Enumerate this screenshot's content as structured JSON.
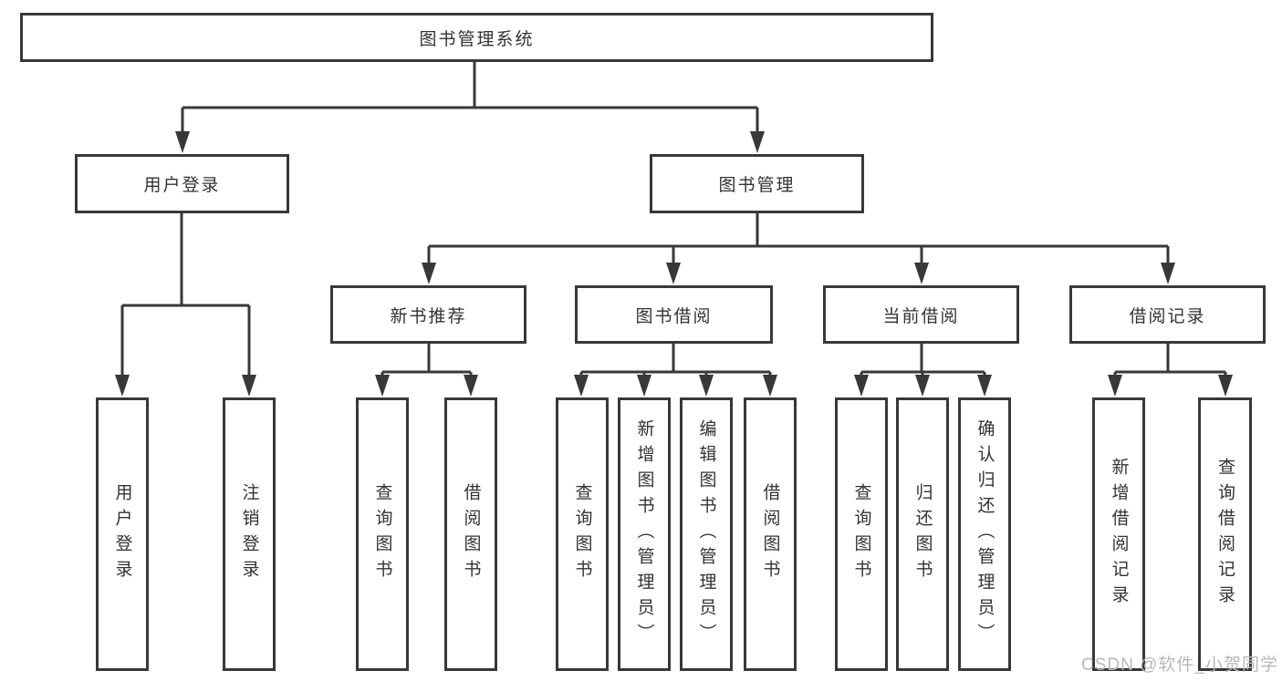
{
  "diagram": {
    "title": "图书管理系统",
    "root": {
      "label": "图书管理系统"
    },
    "branches": [
      {
        "label": "用户登录",
        "children": [
          {
            "label": "用户登录"
          },
          {
            "label": "注销登录"
          }
        ]
      },
      {
        "label": "图书管理",
        "children": [
          {
            "label": "新书推荐",
            "children": [
              {
                "label": "查询图书"
              },
              {
                "label": "借阅图书"
              }
            ]
          },
          {
            "label": "图书借阅",
            "children": [
              {
                "label": "查询图书"
              },
              {
                "label": "新增图书（管理员）"
              },
              {
                "label": "编辑图书（管理员）"
              },
              {
                "label": "借阅图书"
              }
            ]
          },
          {
            "label": "当前借阅",
            "children": [
              {
                "label": "查询图书"
              },
              {
                "label": "归还图书"
              },
              {
                "label": "确认归还（管理员）"
              }
            ]
          },
          {
            "label": "借阅记录",
            "children": [
              {
                "label": "新增借阅记录"
              },
              {
                "label": "查询借阅记录"
              }
            ]
          }
        ]
      }
    ]
  },
  "watermark": {
    "text": "CSDN @软件_小贺同学"
  },
  "colors": {
    "line": "#383838",
    "box_border": "#383838",
    "text": "#333333",
    "background": "#ffffff",
    "watermark": "#b8b8b8"
  }
}
